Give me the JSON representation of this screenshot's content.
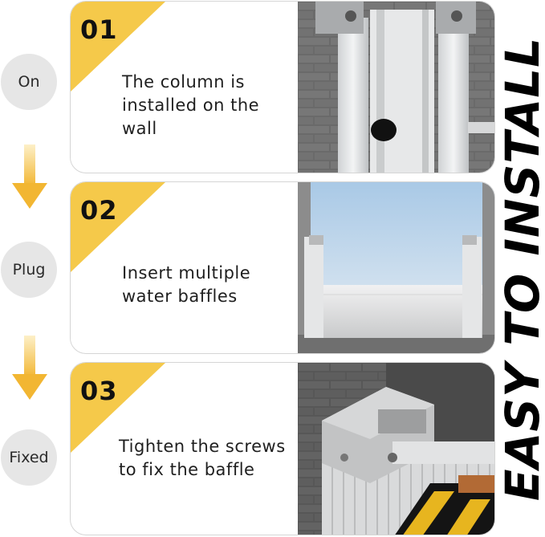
{
  "steps": [
    {
      "number": "01",
      "label": "On",
      "text": "The column is installed on the wall"
    },
    {
      "number": "02",
      "label": "Plug",
      "text": "Insert multiple water baffles"
    },
    {
      "number": "03",
      "label": "Fixed",
      "text": "Tighten the screws to fix the baffle"
    }
  ],
  "vertical_title": "EASY TO INSTALL",
  "colors": {
    "accent": "#f5c94a",
    "arrow": "#f2b632",
    "pill": "#e6e6e6",
    "border": "#d5d5d5"
  },
  "icons": [
    "down-arrow-icon"
  ]
}
